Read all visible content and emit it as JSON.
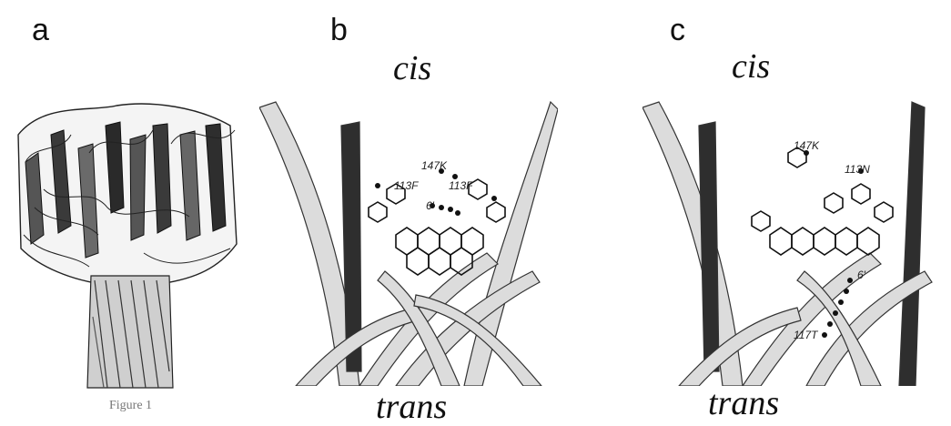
{
  "panels": {
    "a": {
      "letter": "a",
      "caption": "Figure 1"
    },
    "b": {
      "letter": "b",
      "top": "cis",
      "bottom": "trans",
      "residues": [
        "147K",
        "113F",
        "113F",
        "6'"
      ]
    },
    "c": {
      "letter": "c",
      "top": "cis",
      "bottom": "trans",
      "residues": [
        "147K",
        "113N",
        "117T",
        "6'"
      ]
    }
  },
  "colors": {
    "ink": "#111111",
    "ribbon": "#d9d9d9",
    "ribbonEdge": "#333333"
  }
}
